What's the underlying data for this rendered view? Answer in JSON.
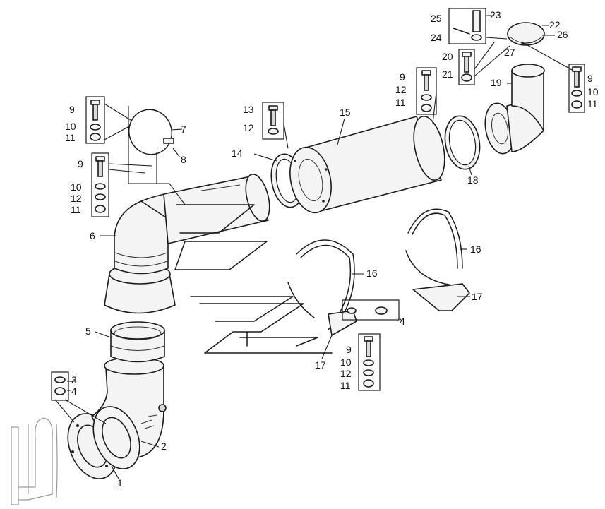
{
  "callouts": {
    "c1": "1",
    "c2": "2",
    "c3": "3",
    "c4a": "4",
    "c4b": "4",
    "c5": "5",
    "c6": "6",
    "c7": "7",
    "c8": "8",
    "c9a": "9",
    "c9b": "9",
    "c9c": "9",
    "c9d": "9",
    "c9e": "9",
    "c10a": "10",
    "c10b": "10",
    "c10c": "10",
    "c10d": "10",
    "c11a": "11",
    "c11b": "11",
    "c11c": "11",
    "c11d": "11",
    "c11e": "11",
    "c12a": "12",
    "c12b": "12",
    "c12c": "12",
    "c12d": "12",
    "c13": "13",
    "c14": "14",
    "c15": "15",
    "c16a": "16",
    "c16b": "16",
    "c17a": "17",
    "c17b": "17",
    "c18": "18",
    "c19": "19",
    "c20": "20",
    "c21": "21",
    "c22": "22",
    "c23": "23",
    "c24": "24",
    "c25": "25",
    "c26": "26",
    "c27": "27"
  }
}
